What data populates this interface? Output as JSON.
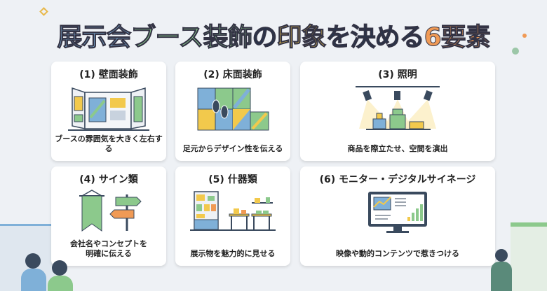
{
  "title": {
    "parts": [
      {
        "text": "展示会",
        "color": "#7fb0d8"
      },
      {
        "text": "ブース装飾",
        "color": "#8cc98c"
      },
      {
        "text": "の",
        "color": "#1f3550"
      },
      {
        "text": "印象",
        "color": "#f2c94c"
      },
      {
        "text": "を決める",
        "color": "#1f3550"
      },
      {
        "text": "6要素",
        "color": "#f09a55"
      }
    ]
  },
  "cards": [
    {
      "heading": "(1) 壁面装飾",
      "caption": "ブースの雰囲気を大きく左右する"
    },
    {
      "heading": "(2) 床面装飾",
      "caption": "足元からデザイン性を伝える"
    },
    {
      "heading": "(3) 照明",
      "caption": "商品を際立たせ、空間を演出"
    },
    {
      "heading": "(4) サイン類",
      "caption_line1": "会社名やコンセプトを",
      "caption_line2": "明確に伝える"
    },
    {
      "heading": "(5) 什器類",
      "caption": "展示物を魅力的に見せる"
    },
    {
      "heading": "(6) モニター・デジタルサイネージ",
      "caption": "映像や動的コンテンツで惹きつける"
    }
  ]
}
